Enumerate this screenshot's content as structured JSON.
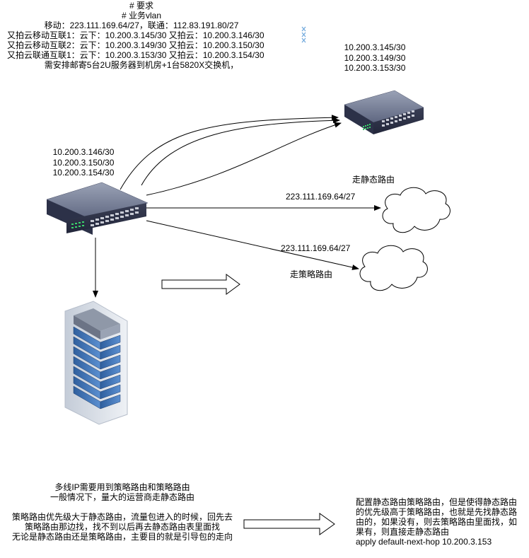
{
  "requirements": {
    "lines": [
      "# 要求",
      "# 业务vlan",
      "移动：223.111.169.64/27，联通：112.83.191.80/27",
      "又拍云移动互联1：云下：10.200.3.145/30 又拍云：10.200.3.146/30",
      "又拍云移动互联2：云下：10.200.3.149/30 又拍云：10.200.3.150/30",
      "又拍云联通互联1：云下：10.200.3.153/30 又拍云：10.200.3.154/30",
      "需安排邮寄5台2U服务器到机房+1台5820X交换机，"
    ]
  },
  "upstream_switch_ips": [
    "10.200.3.145/30",
    "10.200.3.149/30",
    "10.200.3.153/30"
  ],
  "local_switch_ips": [
    "10.200.3.146/30",
    "10.200.3.150/30",
    "10.200.3.154/30"
  ],
  "static_route": {
    "label": "走静态路由",
    "prefix": "223.111.169.64/27"
  },
  "policy_route": {
    "label": "走策略路由",
    "prefix": "223.111.169.64/27"
  },
  "notes_left": {
    "lines": [
      "多线IP需要用到策略路由和策略路由",
      "一般情况下，量大的运营商走静态路由",
      "",
      "策略路由优先级大于静态路由，流量包进入的时候，回先去",
      "策略路由那边找，找不到以后再去静态路由表里面找",
      "无论是静态路由还是策略路由，主要目的就是引导包的走向"
    ]
  },
  "notes_right": {
    "lines": [
      "配置静态路由策略路由，但是使得静态路由",
      "的优先级高于策略路由，也就是先找静态路",
      "由的，如果没有，则去策略路由里面找，如",
      "果有，则直接走静态路由",
      "apply  default-next-hop 10.200.3.153"
    ]
  }
}
